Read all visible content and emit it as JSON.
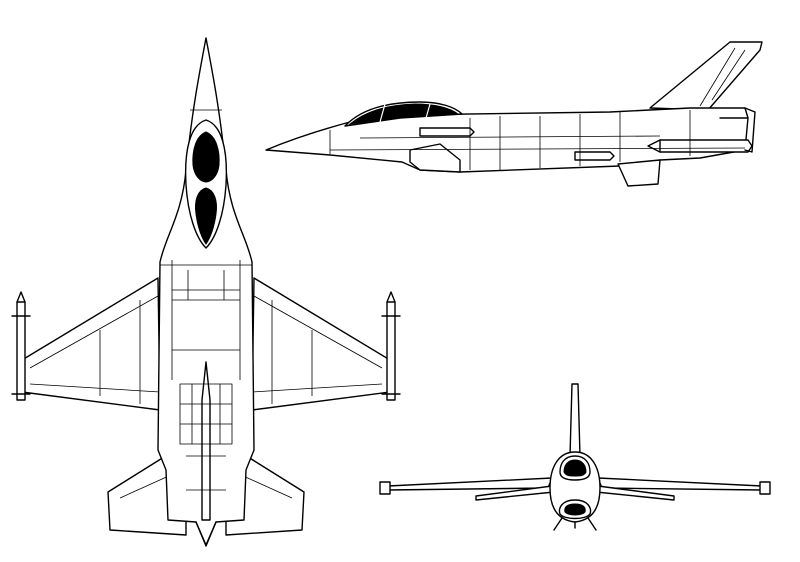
{
  "drawing": {
    "views": [
      "top-view",
      "side-view",
      "front-view"
    ],
    "line_color": "#000000",
    "background_color": "#ffffff"
  }
}
